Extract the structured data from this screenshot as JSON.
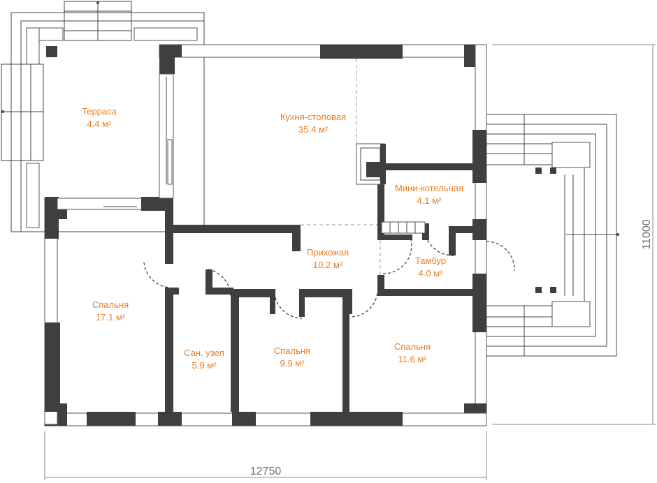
{
  "rooms": [
    {
      "id": "terrace",
      "name": "Терраса",
      "area": "4.4 м²"
    },
    {
      "id": "kitchen",
      "name": "Кухня-столовая",
      "area": "35.4 м²"
    },
    {
      "id": "boiler",
      "name": "Мини-котельная",
      "area": "4.1 м²"
    },
    {
      "id": "hall",
      "name": "Прихожая",
      "area": "10.2 м²"
    },
    {
      "id": "vestibule",
      "name": "Тамбур",
      "area": "4.0 м²"
    },
    {
      "id": "bedroom1",
      "name": "Спальня",
      "area": "17.1 м²"
    },
    {
      "id": "bathroom",
      "name": "Сан. узел",
      "area": "5.9 м²"
    },
    {
      "id": "bedroom2",
      "name": "Спальня",
      "area": "9.9 м²"
    },
    {
      "id": "bedroom3",
      "name": "Спальня",
      "area": "11.6 м²"
    }
  ],
  "dimensions": {
    "width": "12750",
    "depth": "11000"
  },
  "colors": {
    "label": "#f07d1e",
    "wall": "#3f3f3f",
    "dimension": "#6e6e6e"
  }
}
